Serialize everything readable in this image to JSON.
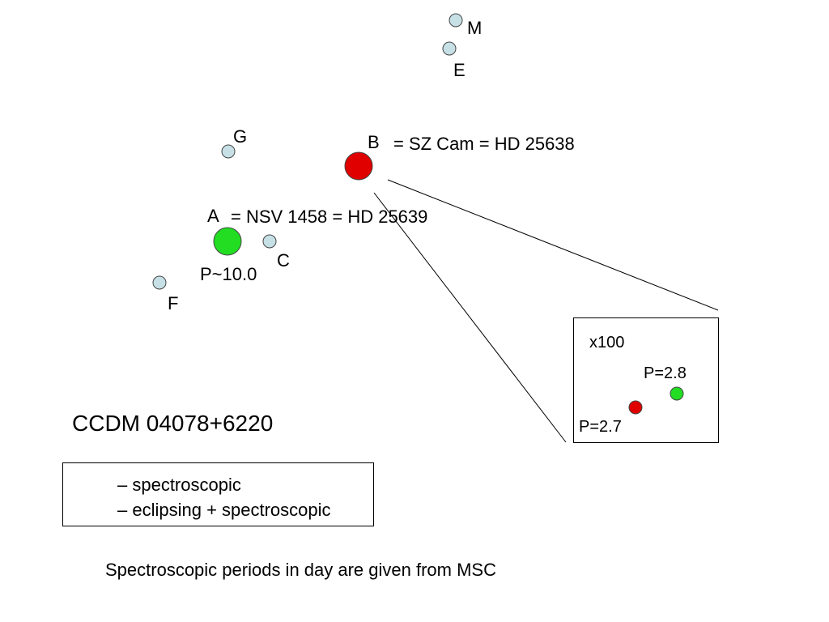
{
  "colors": {
    "spectroscopic": "#22dd22",
    "eclipsing": "#e00000",
    "companion": "#c6e0e6",
    "outline": "#444444"
  },
  "stars": {
    "M": {
      "label": "M"
    },
    "E": {
      "label": "E"
    },
    "G": {
      "label": "G"
    },
    "B": {
      "label": "B",
      "description": "= SZ Cam = HD 25638"
    },
    "A": {
      "label": "A",
      "description": "= NSV 1458 = HD 25639",
      "period": "P~10.0"
    },
    "C": {
      "label": "C"
    },
    "F": {
      "label": "F"
    }
  },
  "zoom": {
    "magnification": "x100",
    "green_period": "P=2.8",
    "red_period": "P=2.7"
  },
  "title": "CCDM 04078+6220",
  "legend": {
    "spectroscopic": "– spectroscopic",
    "eclipsing": "– eclipsing + spectroscopic"
  },
  "footnote": "Spectroscopic periods in day are given from MSC"
}
